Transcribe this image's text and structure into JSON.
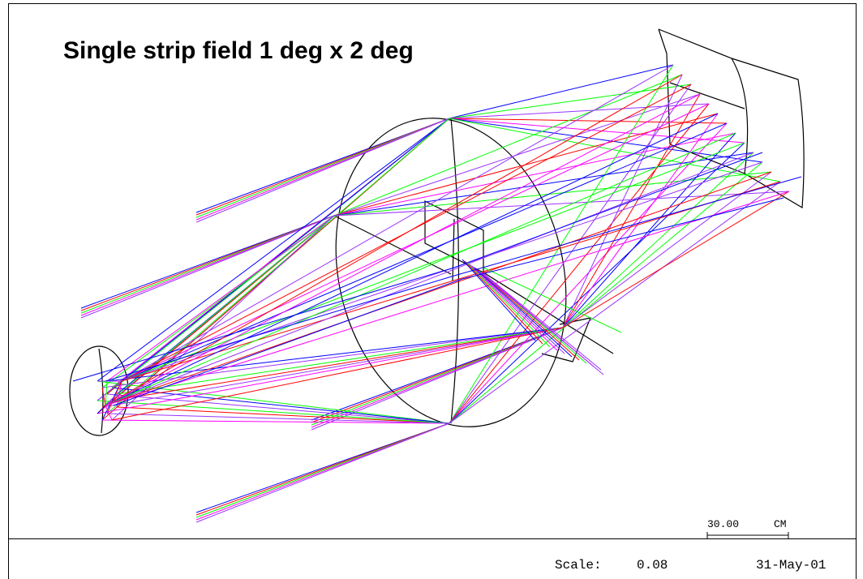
{
  "title": "Single strip field  1 deg x 2 deg",
  "scale_bar": {
    "value": "30.00",
    "unit": "CM"
  },
  "footer": {
    "scale_label": "Scale:",
    "scale_value": "0.08",
    "date": "31-May-01"
  },
  "colors": {
    "outline": "#000000",
    "ray_blue": "#0000ff",
    "ray_red": "#ff0000",
    "ray_green": "#00ff00",
    "ray_magenta": "#ff00ff",
    "ray_violet": "#9933ff"
  }
}
